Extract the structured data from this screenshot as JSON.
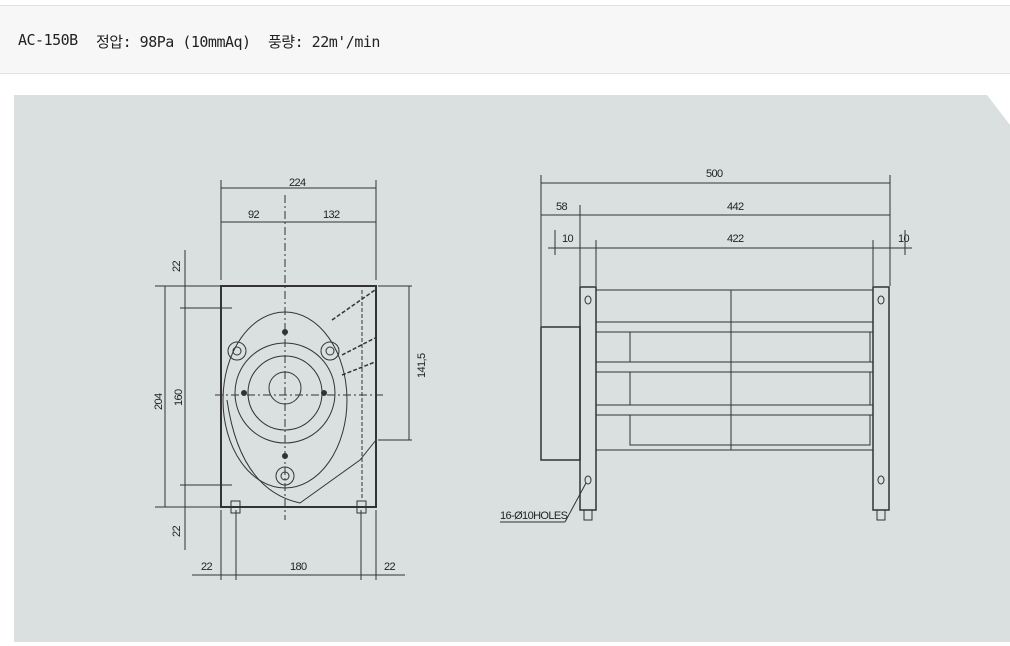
{
  "header": {
    "model": "AC-150B",
    "pressure": "정압: 98Pa (10mmAq)",
    "airflow": "풍량: 22m'/min"
  },
  "front_view": {
    "width_total": "224",
    "width_left": "92",
    "width_right": "132",
    "height_total": "204",
    "height_inner": "160",
    "top_margin": "22",
    "bottom_margin": "22",
    "outlet_height": "141,5",
    "bottom_left": "22",
    "bottom_mid": "180",
    "bottom_right": "22"
  },
  "side_view": {
    "length_total": "500",
    "motor": "58",
    "body": "442",
    "left_flange": "10",
    "inner": "422",
    "right_flange": "10",
    "holes_label": "16-Ø10HOLES"
  }
}
